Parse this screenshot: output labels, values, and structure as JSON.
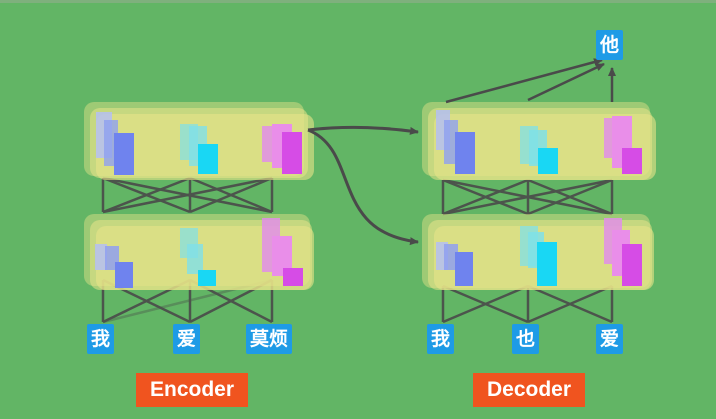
{
  "encoder": {
    "label": "Encoder",
    "tokens": [
      "我",
      "爱",
      "莫烦"
    ]
  },
  "decoder": {
    "label": "Decoder",
    "tokens": [
      "我",
      "也",
      "爱"
    ],
    "output_token": "他"
  },
  "colors": {
    "background": "#62b565",
    "token_bg": "#1e9be6",
    "label_bg": "#f0541f",
    "layer_fill": "#e8e489",
    "arrow": "#4a4a4a",
    "bar_blue": "#6f83ee",
    "bar_cyan": "#19d7f4",
    "bar_magenta": "#d64ce6"
  }
}
